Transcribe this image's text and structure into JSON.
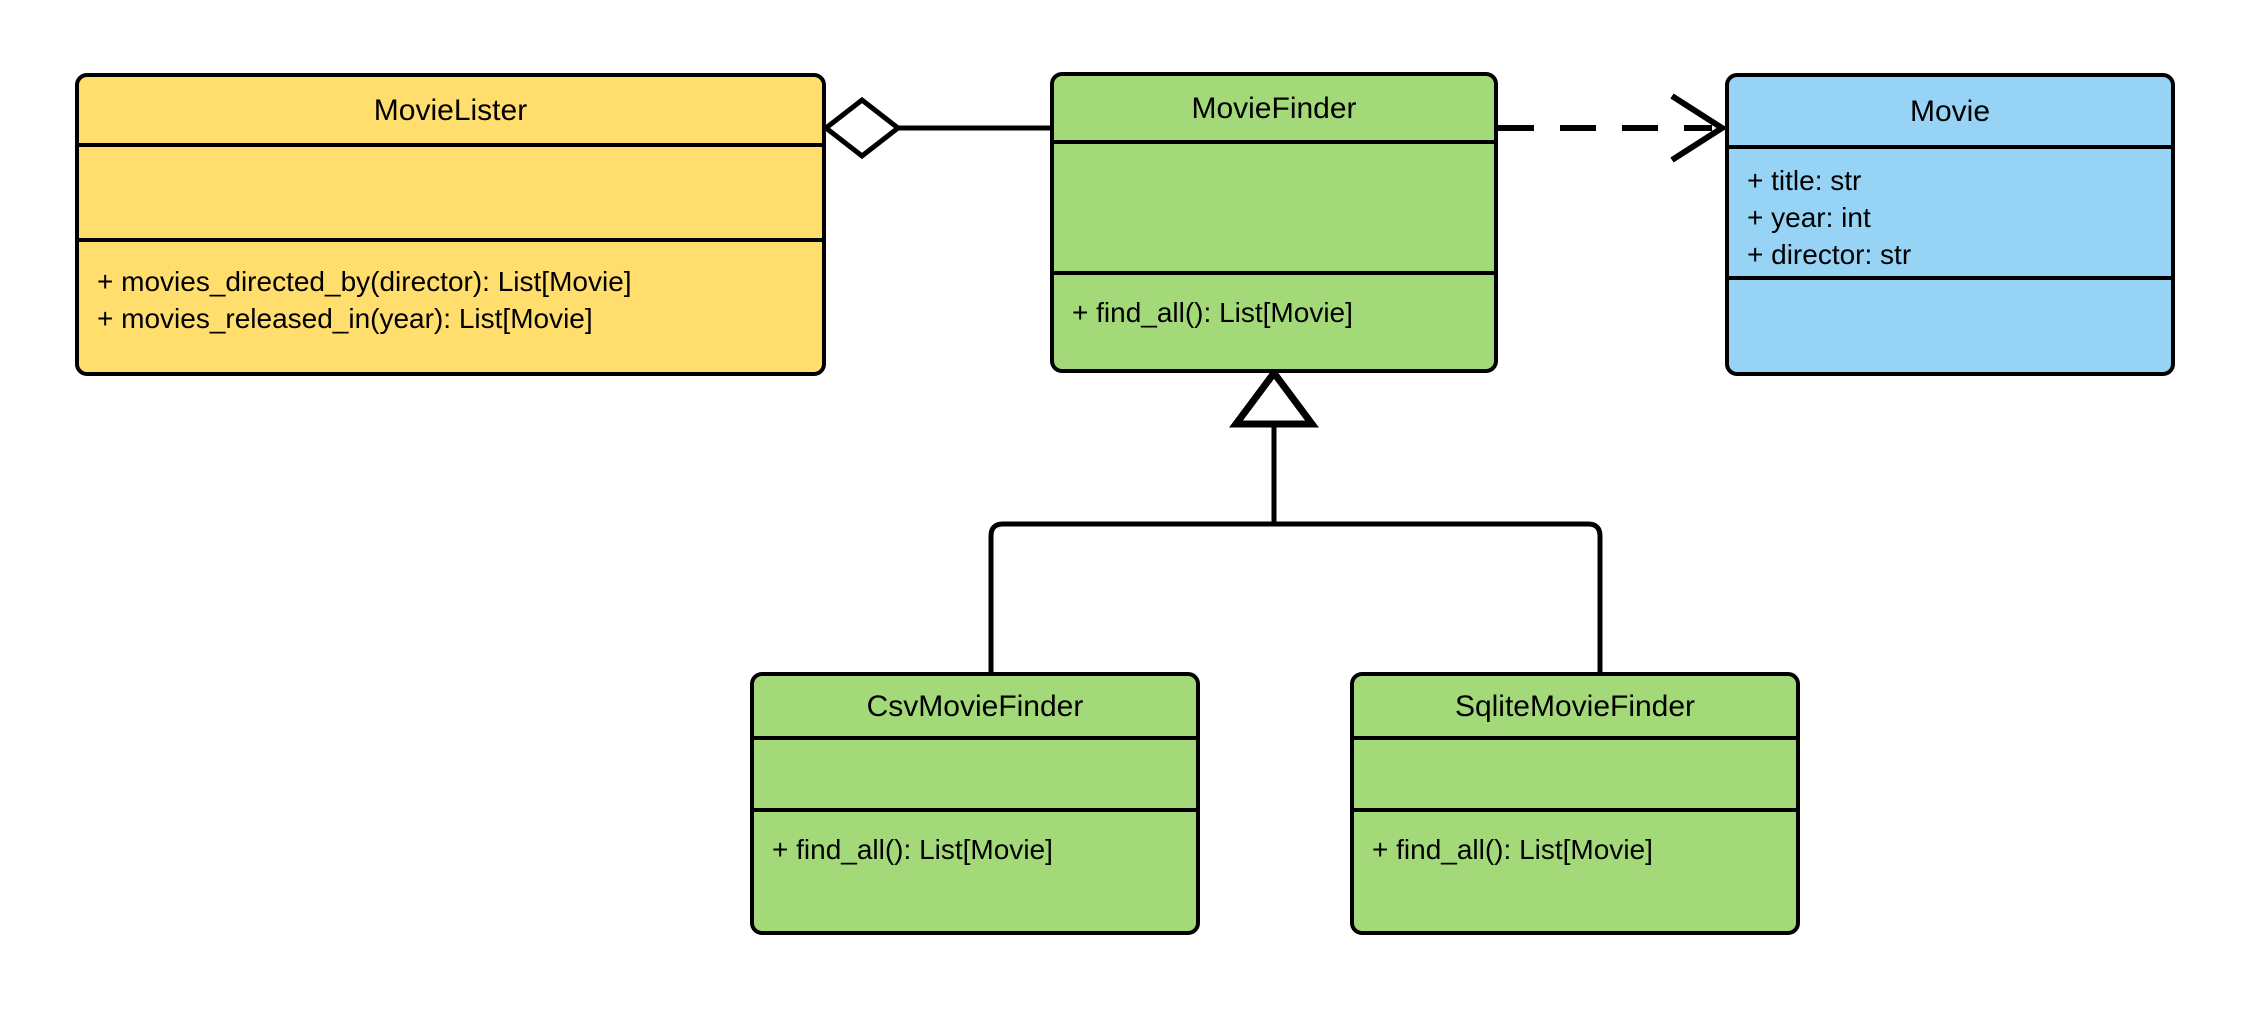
{
  "diagram": {
    "kind": "uml-class-diagram",
    "background": "#ffffff",
    "line_color": "#000000",
    "colors": {
      "yellow": "#FFDE6E",
      "green": "#A4D979",
      "blue": "#96D3F5",
      "border": "#000000"
    }
  },
  "classes": {
    "movielister": {
      "name": "MovieLister",
      "fill": "#FFDE6E",
      "attributes": [],
      "methods": [
        "+ movies_directed_by(director): List[Movie]",
        "+ movies_released_in(year): List[Movie]"
      ]
    },
    "moviefinder": {
      "name": "MovieFinder",
      "fill": "#A4D979",
      "attributes": [],
      "methods": [
        "+ find_all(): List[Movie]"
      ]
    },
    "movie": {
      "name": "Movie",
      "fill": "#96D3F5",
      "attributes": [
        "+ title: str",
        "+ year: int",
        "+ director: str"
      ],
      "methods": []
    },
    "csvmoviefinder": {
      "name": "CsvMovieFinder",
      "fill": "#A4D979",
      "attributes": [],
      "methods": [
        "+ find_all(): List[Movie]"
      ]
    },
    "sqlitemoviefinder": {
      "name": "SqliteMovieFinder",
      "fill": "#A4D979",
      "attributes": [],
      "methods": [
        "+ find_all(): List[Movie]"
      ]
    }
  },
  "relationships": [
    {
      "id": "aggregation-movielister-moviefinder",
      "type": "aggregation",
      "from": "MovieLister",
      "to": "MovieFinder",
      "line": "solid",
      "source_marker": "hollow-diamond",
      "target_marker": "none",
      "label": ""
    },
    {
      "id": "dependency-moviefinder-movie",
      "type": "dependency",
      "from": "MovieFinder",
      "to": "Movie",
      "line": "dashed",
      "source_marker": "none",
      "target_marker": "open-arrow",
      "label": ""
    },
    {
      "id": "generalization-csvmoviefinder-moviefinder",
      "type": "generalization",
      "from": "CsvMovieFinder",
      "to": "MovieFinder",
      "line": "solid",
      "source_marker": "none",
      "target_marker": "hollow-triangle",
      "label": ""
    },
    {
      "id": "generalization-sqlitemoviefinder-moviefinder",
      "type": "generalization",
      "from": "SqliteMovieFinder",
      "to": "MovieFinder",
      "line": "solid",
      "source_marker": "none",
      "target_marker": "hollow-triangle",
      "label": ""
    }
  ]
}
